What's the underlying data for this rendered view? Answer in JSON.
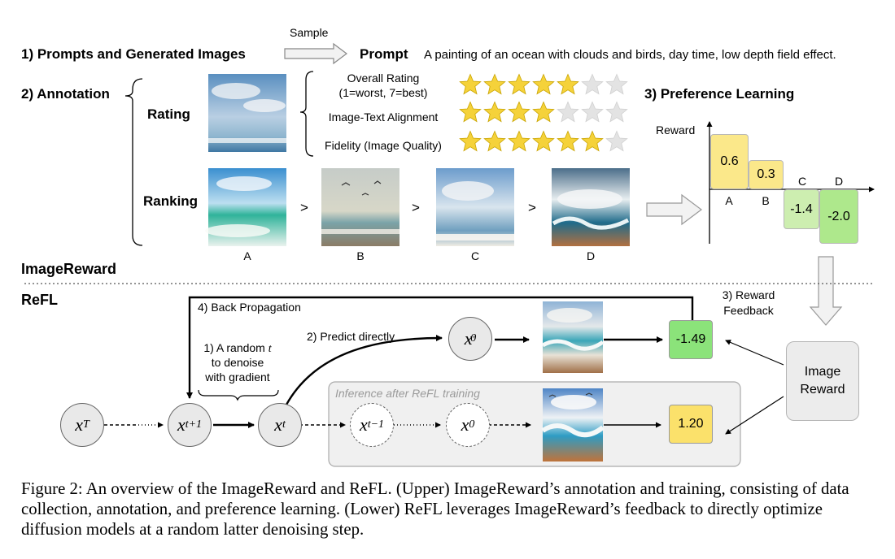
{
  "upper": {
    "section1": "1) Prompts and Generated Images",
    "sample": "Sample",
    "prompt_label": "Prompt",
    "prompt_text": "A painting of an ocean with clouds and birds, day time, low depth field effect.",
    "section2": "2) Annotation",
    "rating_label": "Rating",
    "ranking_label": "Ranking",
    "criteria": [
      {
        "label": "Overall Rating",
        "sub": "(1=worst, 7=best)",
        "stars_filled": 5,
        "stars_total": 7
      },
      {
        "label": "Image-Text Alignment",
        "sub": "",
        "stars_filled": 4,
        "stars_total": 7
      },
      {
        "label": "Fidelity (Image Quality)",
        "sub": "",
        "stars_filled": 6,
        "stars_total": 7
      }
    ],
    "gt": ">",
    "ranked_images": [
      "A",
      "B",
      "C",
      "D"
    ],
    "section3": "3) Preference Learning",
    "reward_axis": "Reward",
    "rewards": [
      {
        "label": "A",
        "value": "0.6"
      },
      {
        "label": "B",
        "value": "0.3"
      },
      {
        "label": "C",
        "value": "-1.4"
      },
      {
        "label": "D",
        "value": "-2.0"
      }
    ]
  },
  "divider_label": "ImageReward",
  "lower": {
    "title": "ReFL",
    "back_prop": "4) Back Propagation",
    "random_t_1": "1) A random",
    "random_t_var": "t",
    "random_t_2": "to denoise",
    "random_t_3": "with gradient",
    "predict": "2) Predict directly",
    "reward_feedback_1": "3) Reward",
    "reward_feedback_2": "Feedback",
    "inference_note": "Inference after ReFL training",
    "score_train": "-1.49",
    "score_infer": "1.20",
    "image_reward_1": "Image",
    "image_reward_2": "Reward",
    "nodes": {
      "xT": {
        "base": "x",
        "sub": "T"
      },
      "xt1": {
        "base": "x",
        "sub": "t+1"
      },
      "xt": {
        "base": "x",
        "sub": "t"
      },
      "x0p": {
        "base": "x",
        "sub": "0",
        "sup": "′"
      },
      "xtm1": {
        "base": "x",
        "sub": "t−1"
      },
      "x0": {
        "base": "x",
        "sub": "0"
      }
    }
  },
  "caption": "Figure 2: An overview of the ImageReward and ReFL. (Upper) ImageReward’s annotation and training, consisting of data collection, annotation, and preference learning. (Lower) ReFL leverages ImageReward’s feedback to directly optimize diffusion models at a random latter denoising step.",
  "colors": {
    "star": "#f5d23a",
    "star_empty": "#e3e3e3",
    "bar_yellow": "#fbe88a",
    "bar_green": "#aee88c",
    "score_green": "#8be37a",
    "score_yellow": "#fbe16b",
    "node_fill": "#e9e9e9",
    "inference_bg": "#f0f0f0"
  },
  "icons": [
    "star-icon",
    "arrow-right-icon",
    "arrow-down-icon",
    "brace-icon",
    "painting-thumbnail"
  ]
}
